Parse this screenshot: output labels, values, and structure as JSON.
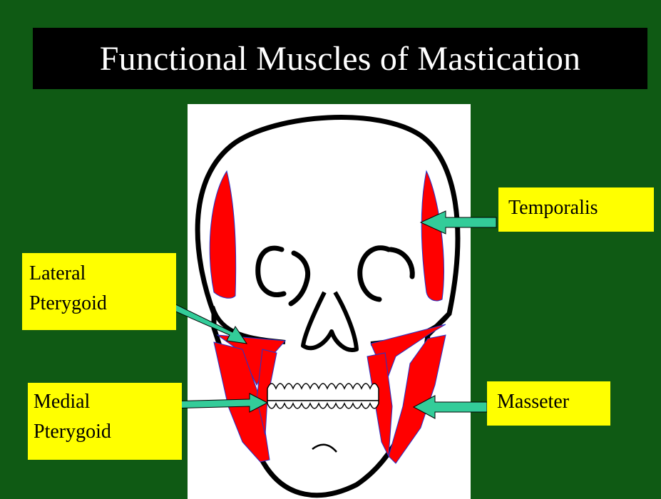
{
  "title": "Functional Muscles of Mastication",
  "labels": {
    "temporalis": "Temporalis",
    "lateral_pterygoid_line1": "Lateral",
    "lateral_pterygoid_line2": "Pterygoid",
    "medial_pterygoid_line1": "Medial",
    "medial_pterygoid_line2": "Pterygoid",
    "masseter": "Masseter"
  },
  "colors": {
    "background": "#0f5a14",
    "title_bg": "#000000",
    "title_text": "#ffffff",
    "label_bg": "#ffff00",
    "muscle": "#ff0000",
    "arrow": "#33cc99"
  }
}
